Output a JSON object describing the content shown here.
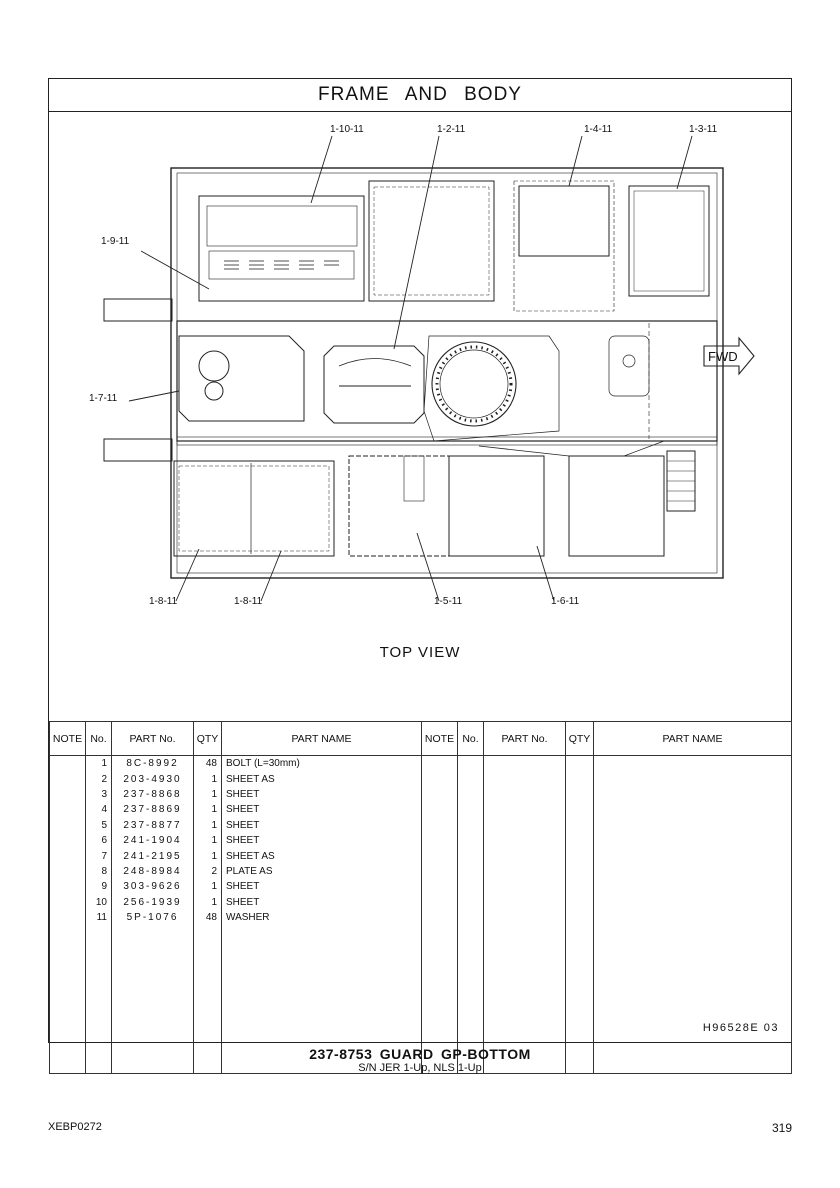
{
  "title": "FRAME AND BODY",
  "view_label": "TOP VIEW",
  "fwd_label": "FWD",
  "callouts": {
    "c1": "1-10-11",
    "c2": "1-2-11",
    "c3": "1-4-11",
    "c4": "1-3-11",
    "c5": "1-9-11",
    "c6": "1-7-11",
    "c7": "1-8-11",
    "c8": "1-8-11",
    "c9": "1-5-11",
    "c10": "1-6-11"
  },
  "table": {
    "headers": {
      "note": "NOTE",
      "no": "No.",
      "part_no": "PART No.",
      "qty": "QTY",
      "part_name": "PART NAME",
      "note2": "NOTE",
      "no2": "No.",
      "part_no2": "PART No.",
      "qty2": "QTY",
      "part_name2": "PART NAME"
    },
    "rows": [
      {
        "no": "1",
        "part_no": "8C-8992",
        "qty": "48",
        "name": "BOLT (L=30mm)"
      },
      {
        "no": "2",
        "part_no": "203-4930",
        "qty": "1",
        "name": "SHEET AS"
      },
      {
        "no": "3",
        "part_no": "237-8868",
        "qty": "1",
        "name": "SHEET"
      },
      {
        "no": "4",
        "part_no": "237-8869",
        "qty": "1",
        "name": "SHEET"
      },
      {
        "no": "5",
        "part_no": "237-8877",
        "qty": "1",
        "name": "SHEET"
      },
      {
        "no": "6",
        "part_no": "241-1904",
        "qty": "1",
        "name": "SHEET"
      },
      {
        "no": "7",
        "part_no": "241-2195",
        "qty": "1",
        "name": "SHEET AS"
      },
      {
        "no": "8",
        "part_no": "248-8984",
        "qty": "2",
        "name": "PLATE AS"
      },
      {
        "no": "9",
        "part_no": "303-9626",
        "qty": "1",
        "name": "SHEET"
      },
      {
        "no": "10",
        "part_no": "256-1939",
        "qty": "1",
        "name": "SHEET"
      },
      {
        "no": "11",
        "part_no": "5P-1076",
        "qty": "48",
        "name": "WASHER"
      }
    ]
  },
  "drawing_code": "H96528E  03",
  "caption": {
    "line1": "237-8753  GUARD GP-BOTTOM",
    "line2": "S/N JER 1-Up, NLS 1-Up"
  },
  "doc_id": "XEBP0272",
  "page_number": "319"
}
